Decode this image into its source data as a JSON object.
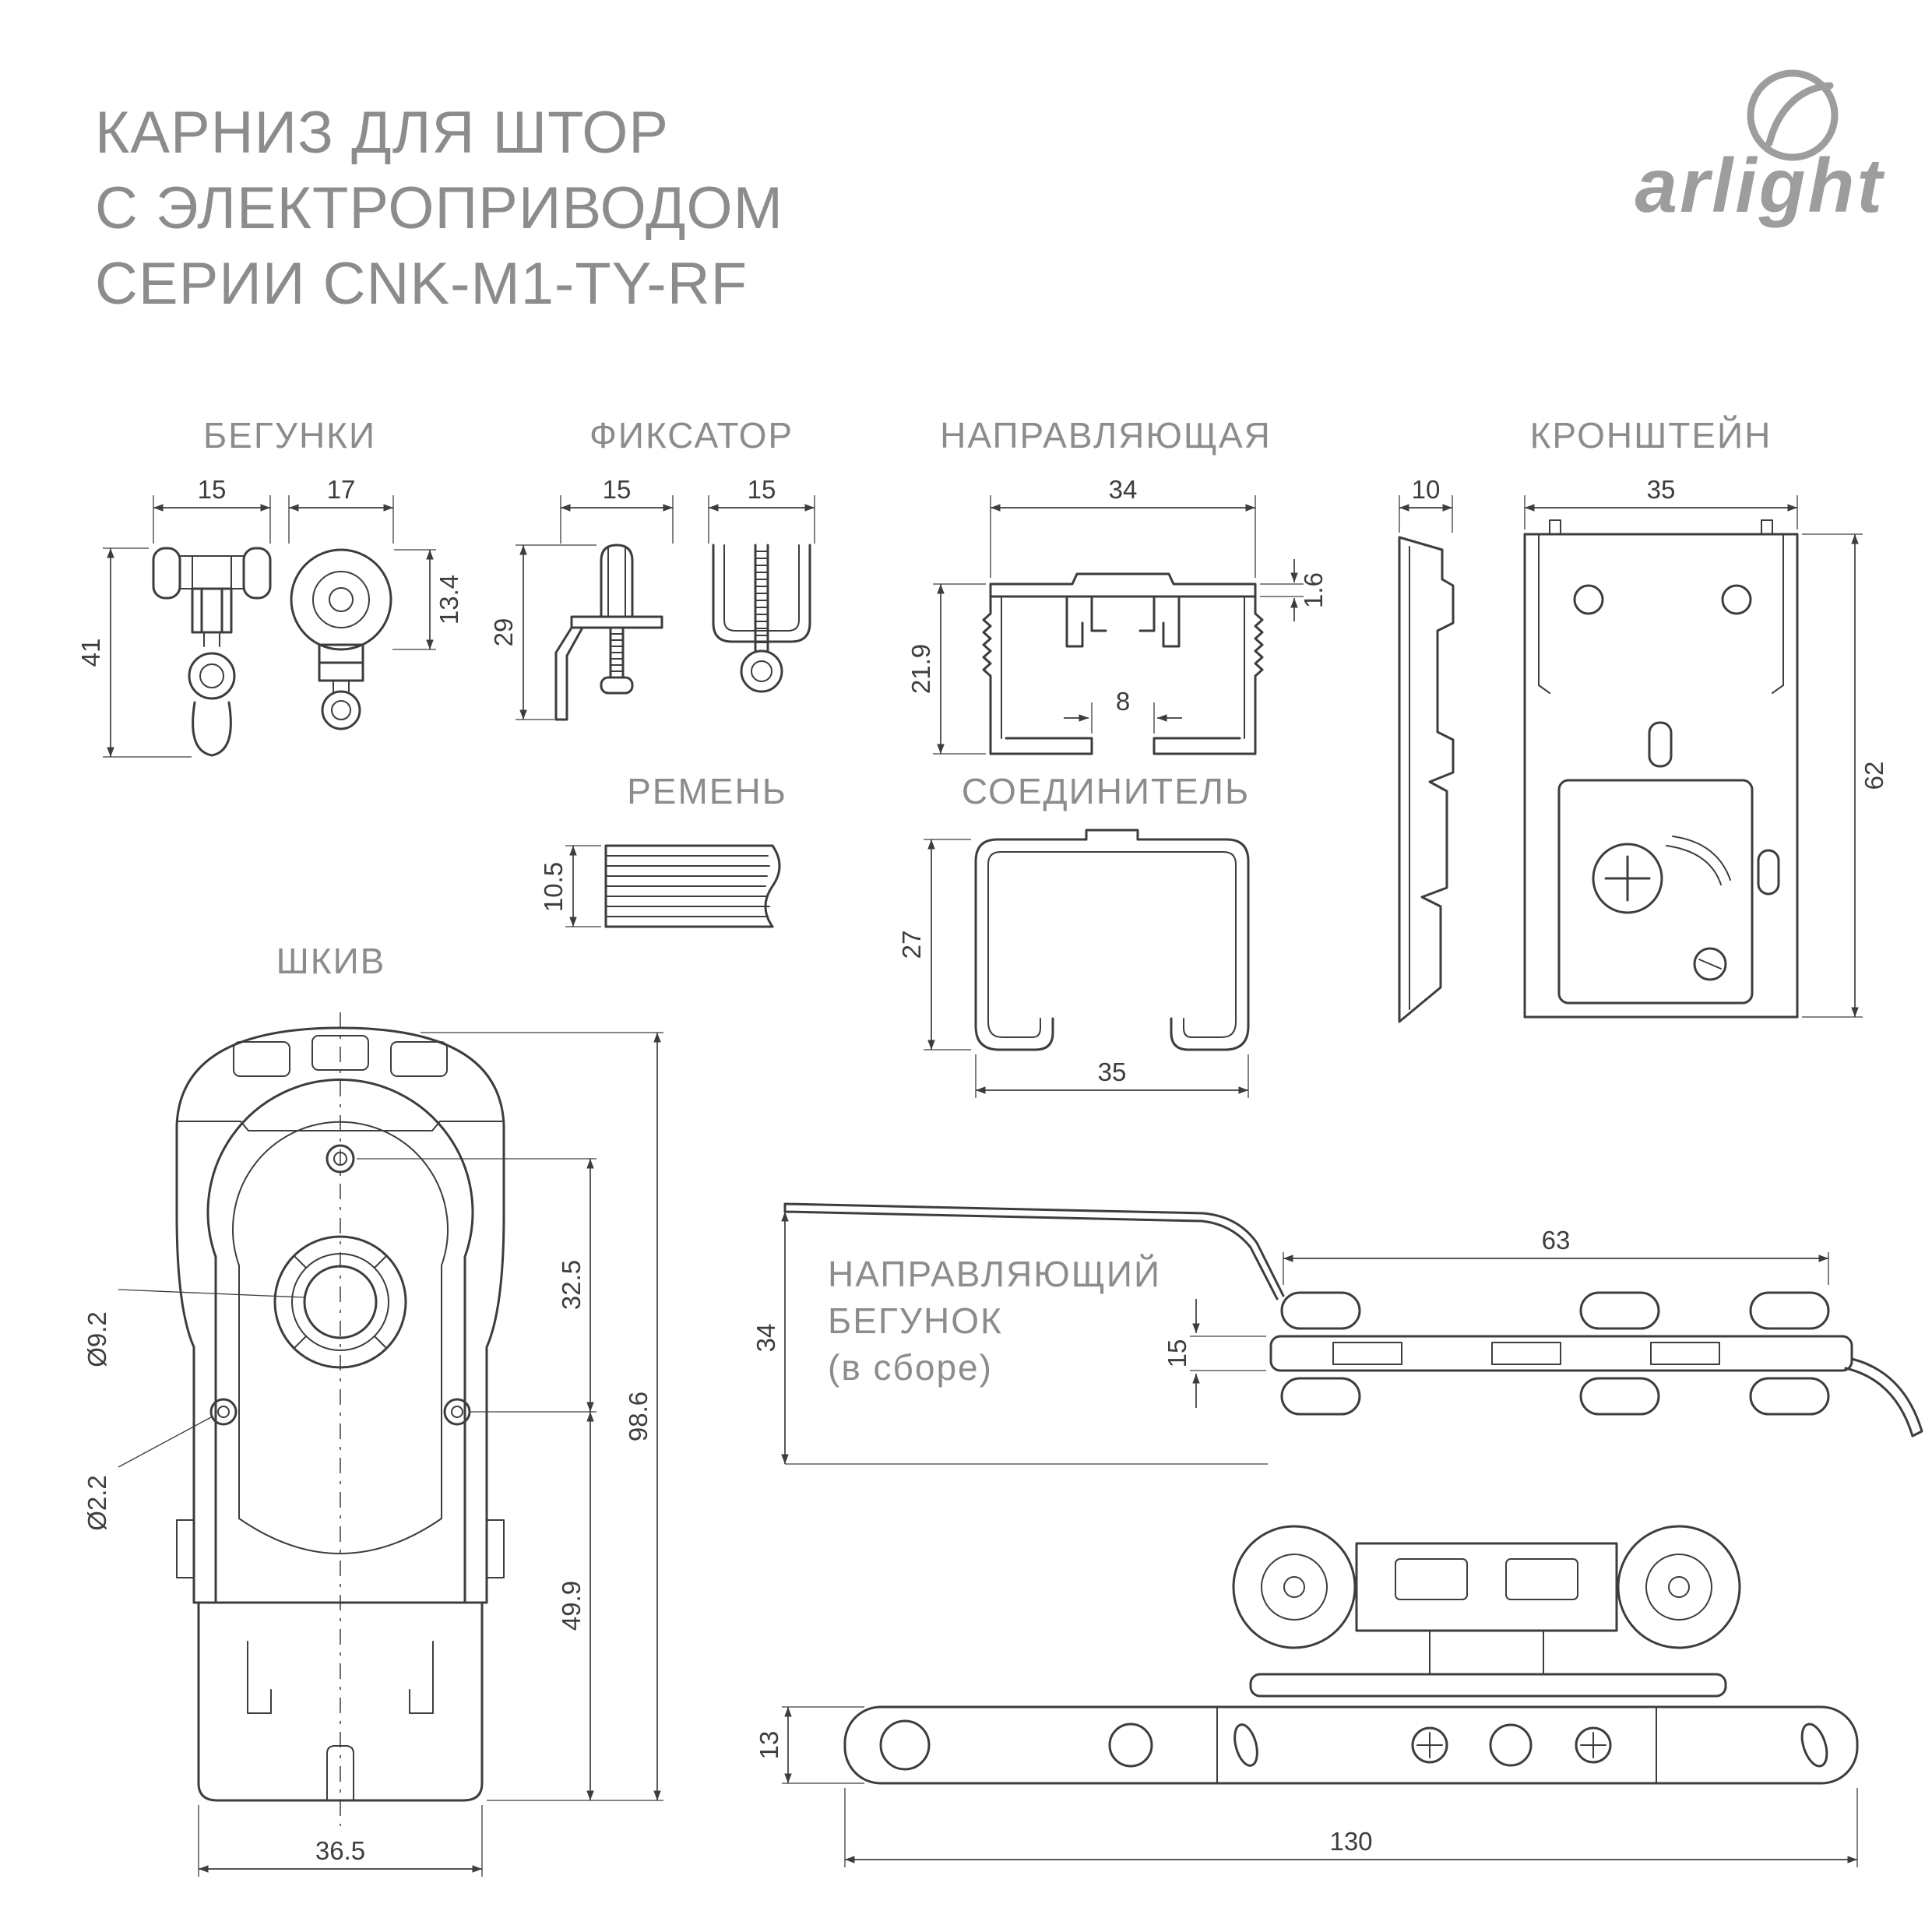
{
  "header": {
    "title_line1": "КАРНИЗ ДЛЯ ШТОР",
    "title_line2": "С ЭЛЕКТРОПРИВОДОМ",
    "title_line3": "СЕРИИ CNK-M1-TY-RF",
    "brand": "arlight"
  },
  "colors": {
    "background": "#ffffff",
    "line": "#3d3d3d",
    "label_gray": "#8c8c8c",
    "brand_gray": "#9d9d9d"
  },
  "sections": {
    "runners": {
      "label": "БЕГУНКИ",
      "dim_width_left": "15",
      "dim_width_right": "17",
      "dim_height": "41",
      "dim_wheel_height": "13.4"
    },
    "fixator": {
      "label": "ФИКСАТОР",
      "dim_width_left": "15",
      "dim_width_right": "15",
      "dim_height": "29"
    },
    "rail": {
      "label": "НАПРАВЛЯЮЩАЯ",
      "dim_width": "34",
      "dim_wall": "1.6",
      "dim_height": "21.9",
      "dim_slot": "8"
    },
    "bracket": {
      "label": "КРОНШТЕЙН",
      "dim_depth": "10",
      "dim_width": "35",
      "dim_height": "62"
    },
    "belt": {
      "label": "РЕМЕНЬ",
      "dim_height": "10.5"
    },
    "connector": {
      "label": "СОЕДИНИТЕЛЬ",
      "dim_height": "27",
      "dim_width": "35"
    },
    "pulley": {
      "label": "ШКИВ",
      "dim_upper": "32.5",
      "dim_total": "98.6",
      "dim_lower": "49.9",
      "dim_width": "36.5",
      "dim_bore": "Ø9.2",
      "dim_hole": "Ø2.2"
    },
    "guide_runner": {
      "label_line1": "НАПРАВЛЯЮЩИЙ",
      "label_line2": "БЕГУНОК",
      "label_line3": "(в сборе)",
      "dim_top_length": "63",
      "dim_offset": "34",
      "dim_bar": "15",
      "dim_height": "13",
      "dim_length": "130"
    }
  }
}
